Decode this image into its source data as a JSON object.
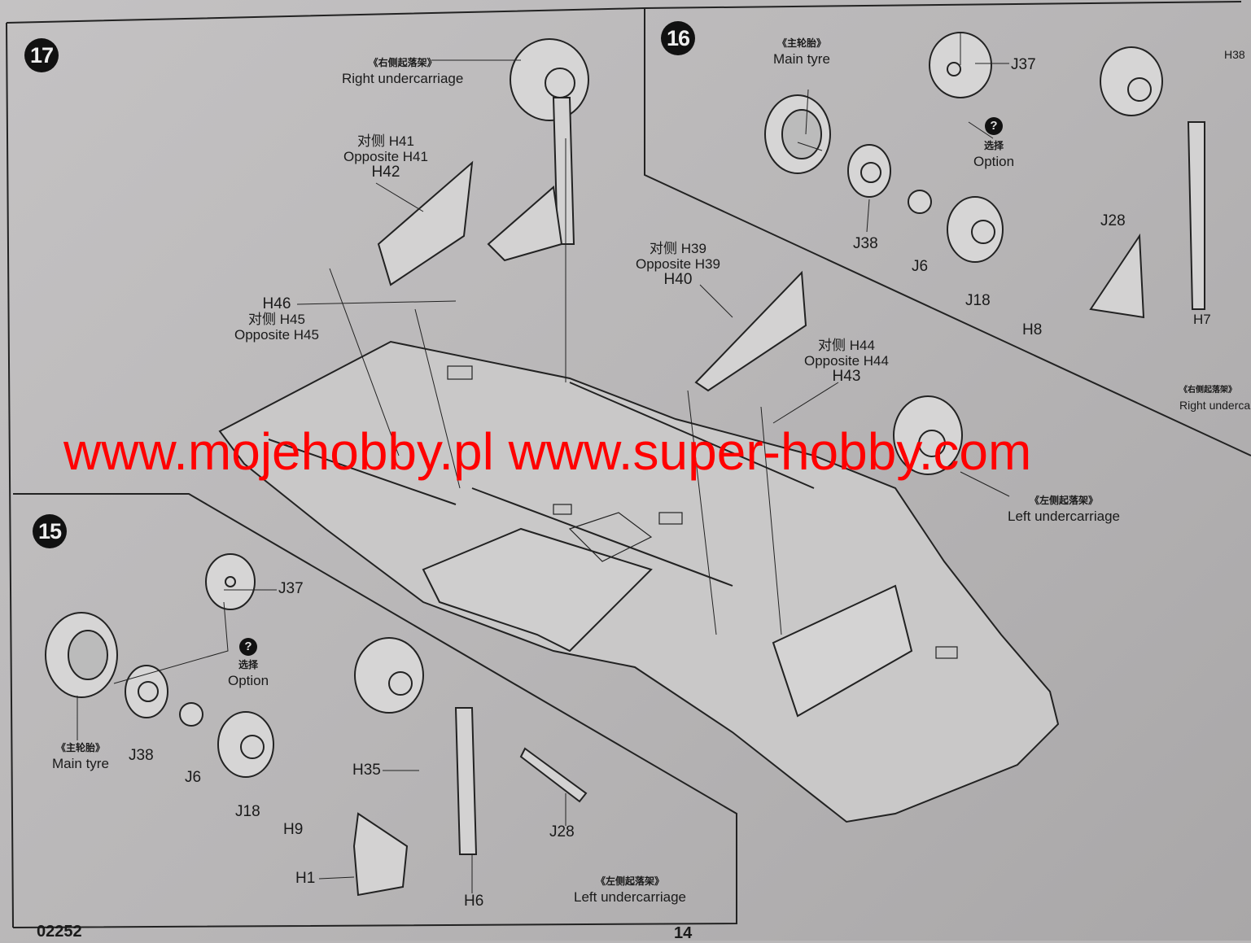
{
  "steps": {
    "s17": "17",
    "s16": "16",
    "s15": "15"
  },
  "option_icon": "?",
  "step17": {
    "right_undercarriage_cn": "《右侧起落架》",
    "right_undercarriage": "Right undercarriage",
    "opp_h41_cn": "对侧 H41",
    "opp_h41": "Opposite H41",
    "h42": "H42",
    "h46": "H46",
    "opp_h45_cn": "对侧 H45",
    "opp_h45": "Opposite H45",
    "opp_h39_cn": "对侧 H39",
    "opp_h39": "Opposite H39",
    "h40": "H40",
    "opp_h44_cn": "对侧 H44",
    "opp_h44": "Opposite H44",
    "h43": "H43",
    "left_undercarriage_cn": "《左侧起落架》",
    "left_undercarriage": "Left undercarriage"
  },
  "step16": {
    "main_tyre_cn": "《主轮胎》",
    "main_tyre": "Main tyre",
    "j37": "J37",
    "option_cn": "选择",
    "option": "Option",
    "j38": "J38",
    "j6": "J6",
    "j18": "J18",
    "h8": "H8",
    "h38": "H38",
    "j28": "J28",
    "h7": "H7",
    "right_undercarriage_cn": "《右侧起落架》",
    "right_undercarriage": "Right undercarria"
  },
  "step15": {
    "j37": "J37",
    "option_cn": "选择",
    "option": "Option",
    "main_tyre_cn": "《主轮胎》",
    "main_tyre": "Main tyre",
    "j38": "J38",
    "j6": "J6",
    "j18": "J18",
    "h9": "H9",
    "h35": "H35",
    "j28": "J28",
    "h1": "H1",
    "h6": "H6",
    "left_undercarriage_cn": "《左侧起落架》",
    "left_undercarriage": "Left undercarriage"
  },
  "watermark": "www.mojehobby.pl www.super-hobby.com",
  "footer": {
    "code": "02252",
    "page": "14"
  }
}
